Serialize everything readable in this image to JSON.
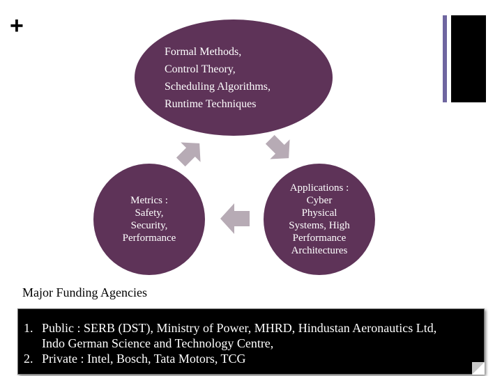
{
  "slide": {
    "corner_symbol": "+"
  },
  "cycle": {
    "top_lines": [
      "Formal Methods,",
      "Control Theory,",
      "Scheduling Algorithms,",
      "Runtime Techniques"
    ],
    "right_lines": [
      "Applications :",
      "Cyber",
      "Physical",
      "Systems, High",
      "Performance",
      "Architectures"
    ],
    "left_lines": [
      "Metrics :",
      "Safety,",
      "Security,",
      "Performance"
    ],
    "node_color": "#5e3358",
    "arrow_color": "#b7abb5"
  },
  "funding": {
    "title": "Major Funding Agencies",
    "items": [
      {
        "number": "1.",
        "lines": [
          "Public : SERB (DST),  Ministry of Power,  MHRD, Hindustan Aeronautics Ltd,",
          "Indo German Science and Technology Centre,"
        ]
      },
      {
        "number": "2.",
        "lines": [
          "Private : Intel, Bosch, Tata Motors, TCG"
        ]
      }
    ]
  }
}
